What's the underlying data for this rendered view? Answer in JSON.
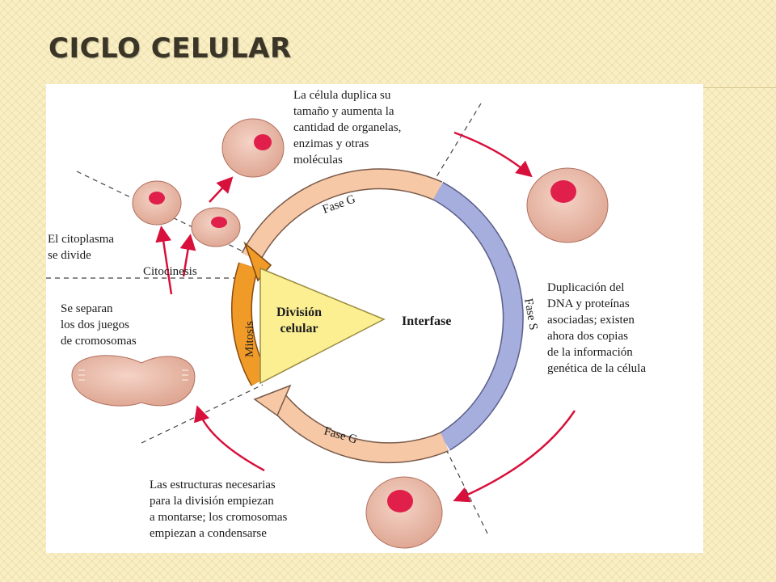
{
  "slide": {
    "title": "CICLO CELULAR"
  },
  "diagram": {
    "phases": {
      "g1": "Fase G",
      "s": "Fase S",
      "g2": "Fase G",
      "mitosis": "Mitosis"
    },
    "center": {
      "division_line1": "División",
      "division_line2": "celular",
      "interphase": "Interfase"
    },
    "annotations": {
      "citocinesis": "Citocinesis",
      "cytoplasm": [
        "El citoplasma",
        "se divide"
      ],
      "growth": [
        "La célula duplica su",
        "tamaño y aumenta la",
        "cantidad de organelas,",
        "enzimas y otras",
        "moléculas"
      ],
      "dna": [
        "Duplicación del",
        "DNA y proteínas",
        "asociadas; existen",
        "ahora dos copias",
        "de la información",
        "genética de la célula"
      ],
      "chromosomes": [
        "Se separan",
        "los dos juegos",
        "de cromosomas"
      ],
      "structures": [
        "Las estructuras necesarias",
        "para la división empiezan",
        "a montarse; los cromosomas",
        "empiezan a condensarse"
      ]
    },
    "colors": {
      "g_phase": "#f6c8a6",
      "s_phase": "#a6aede",
      "mitosis": "#f09a28",
      "division_wedge": "#fbef92",
      "cell_body": "#e8b8a6",
      "nucleus": "#e0204a",
      "arrow": "#d8103c"
    }
  }
}
